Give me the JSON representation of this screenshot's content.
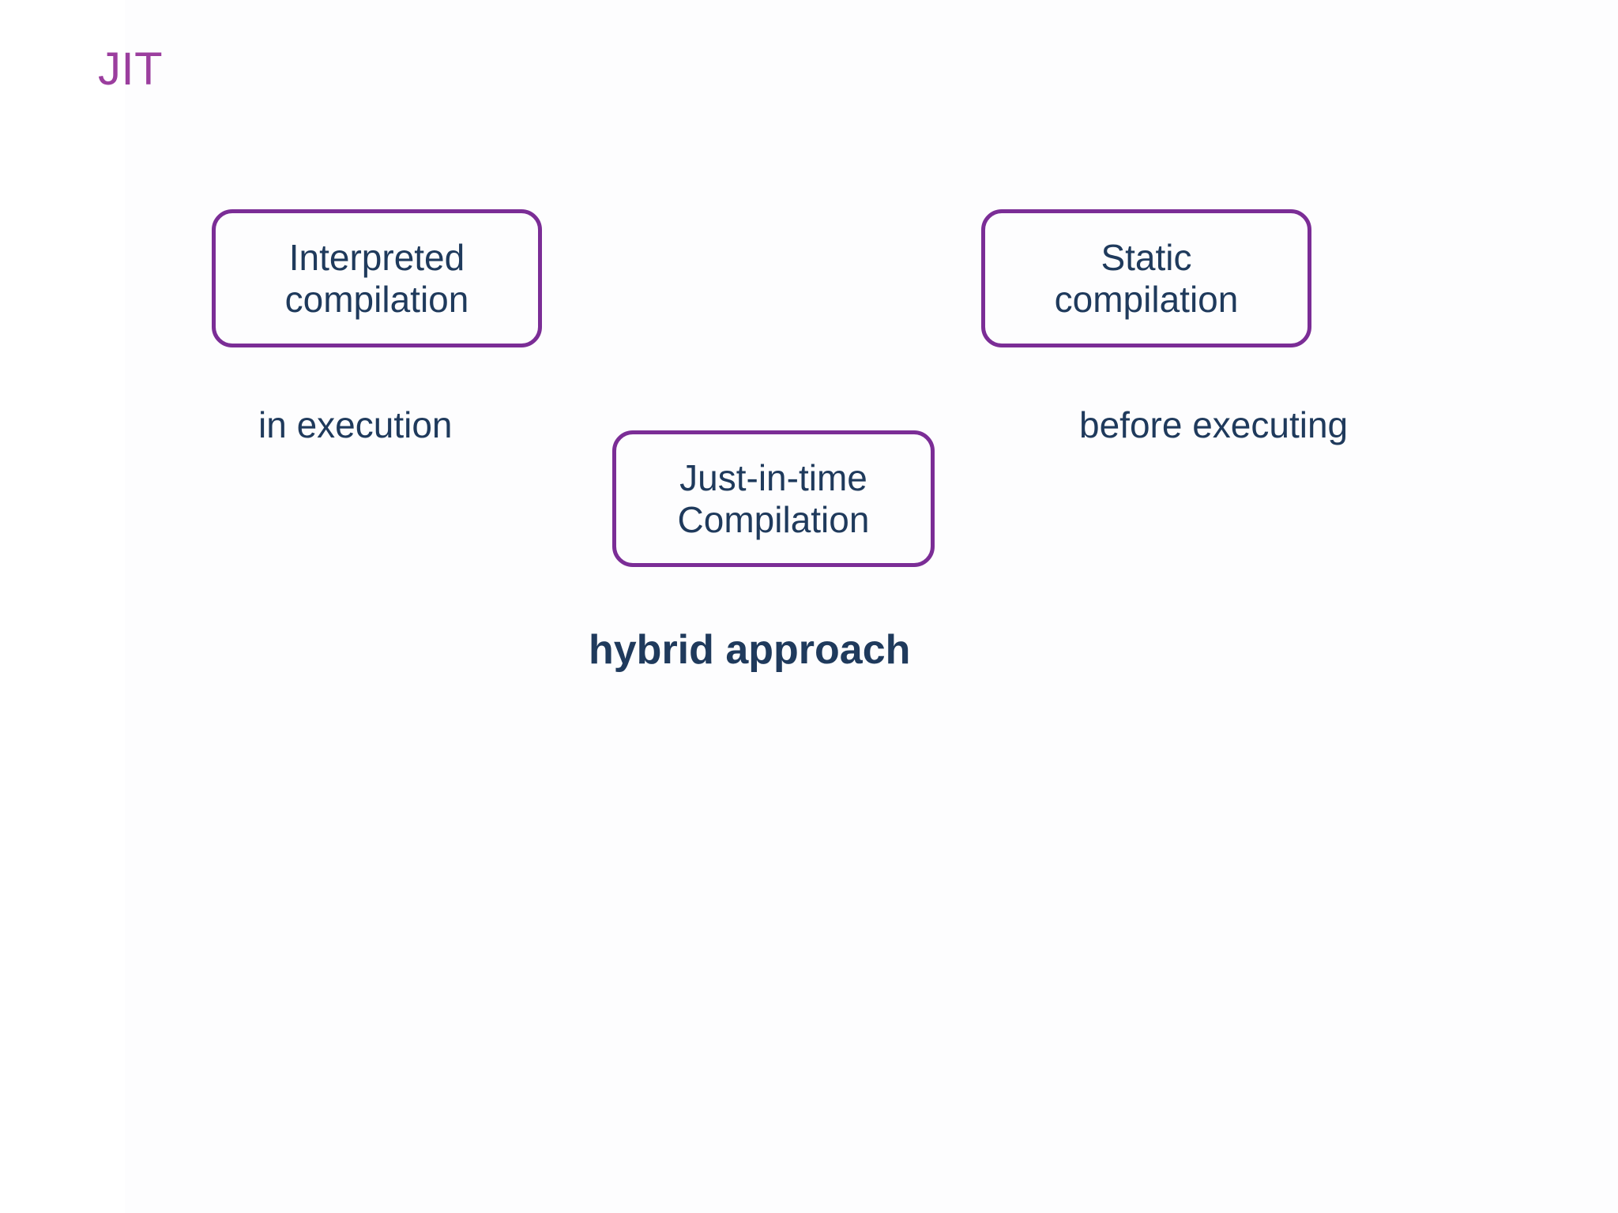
{
  "slide": {
    "title": "JIT",
    "title_color": "#9B3E9E",
    "background_color": "#FFFFFF",
    "text_color": "#1F3A5C",
    "box_border_color": "#7B2D96"
  },
  "diagram": {
    "boxes": [
      {
        "id": "interpreted",
        "label": "Interpreted\ncompilation"
      },
      {
        "id": "static",
        "label": "Static\ncompilation"
      },
      {
        "id": "jit",
        "label": "Just-in-time\nCompilation"
      }
    ],
    "captions": [
      {
        "id": "in-execution",
        "text": "in execution"
      },
      {
        "id": "before-executing",
        "text": "before executing"
      },
      {
        "id": "hybrid",
        "text": "hybrid approach"
      }
    ]
  }
}
